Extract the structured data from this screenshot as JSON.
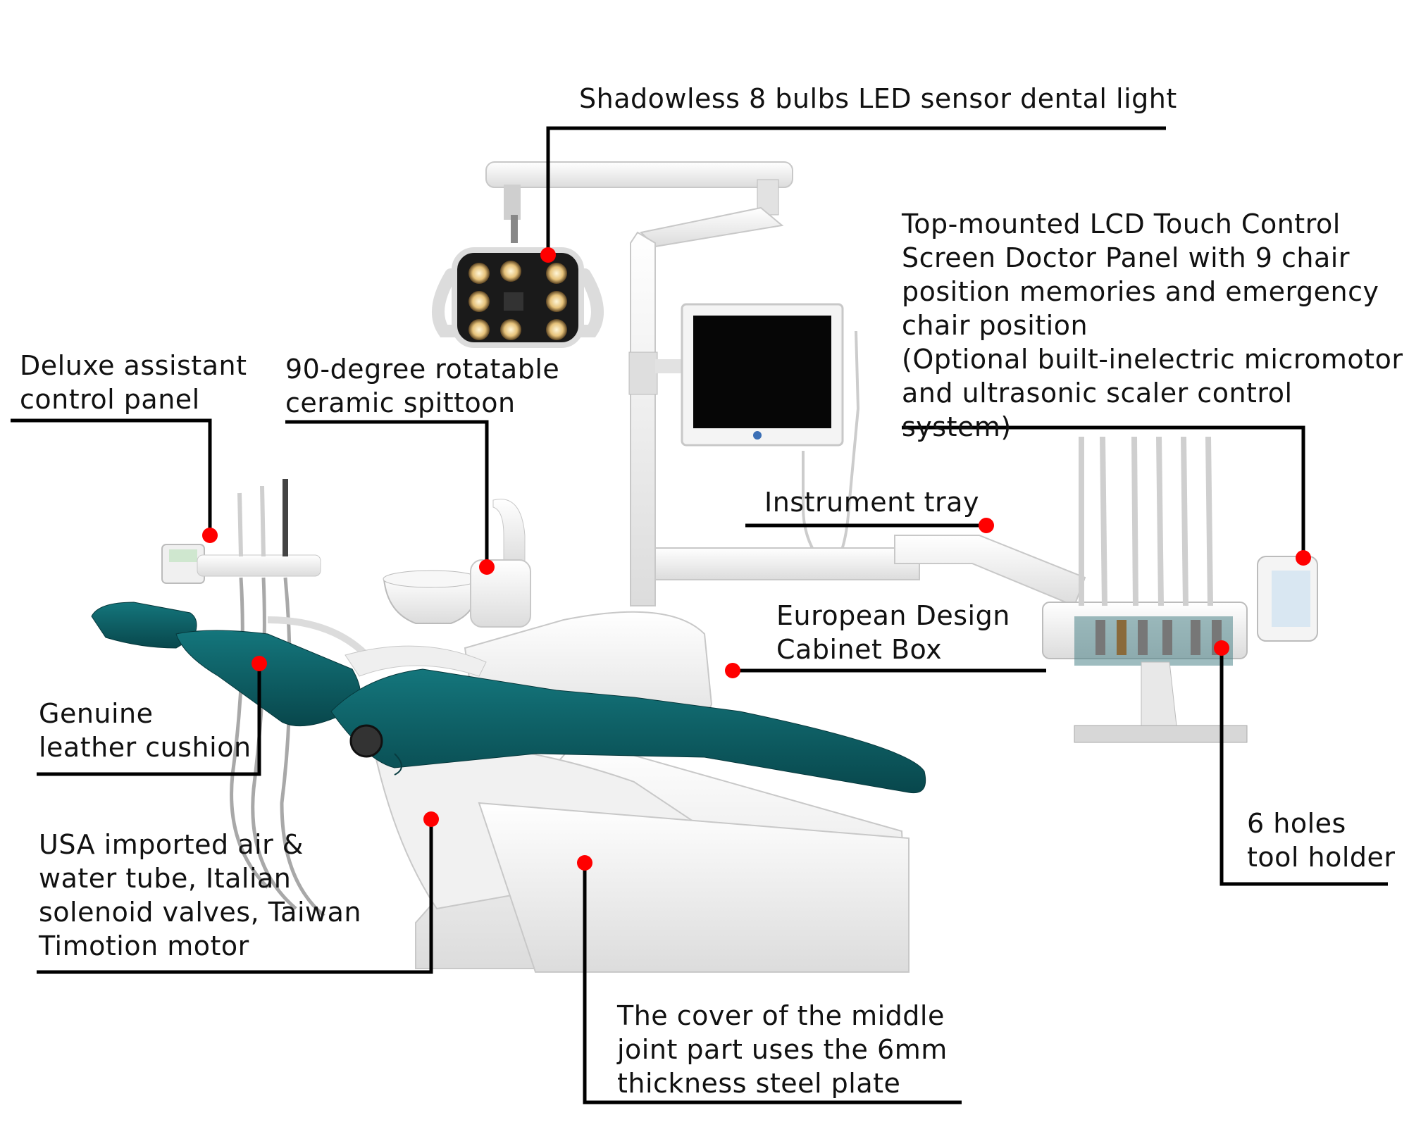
{
  "labels": {
    "light": "Shadowless 8 bulbs LED sensor dental light",
    "doctor_panel": "Top-mounted LCD Touch Control\nScreen Doctor Panel with 9 chair\nposition memories and emergency\nchair position\n(Optional built-inelectric micromotor\nand ultrasonic scaler control system)",
    "assistant_panel": "Deluxe assistant\ncontrol panel",
    "spittoon": "90-degree rotatable\nceramic spittoon",
    "instrument_tray": "Instrument tray",
    "cabinet": "European Design\nCabinet Box",
    "cushion": "Genuine\nleather cushion",
    "tubes": "USA imported air &\nwater tube, Italian\nsolenoid valves, Taiwan\nTimotion motor",
    "tool_holder": "6 holes\ntool holder",
    "steel_plate": "The cover of the middle\njoint part uses the 6mm\nthickness steel plate"
  },
  "colors": {
    "leather": "#0c5a60",
    "callout_line": "#000000",
    "callout_dot": "#ff0000",
    "chair_body": "#eeeeee"
  },
  "icons": [
    "dental-light-icon",
    "monitor-icon",
    "spittoon-icon",
    "handpiece-icon"
  ]
}
